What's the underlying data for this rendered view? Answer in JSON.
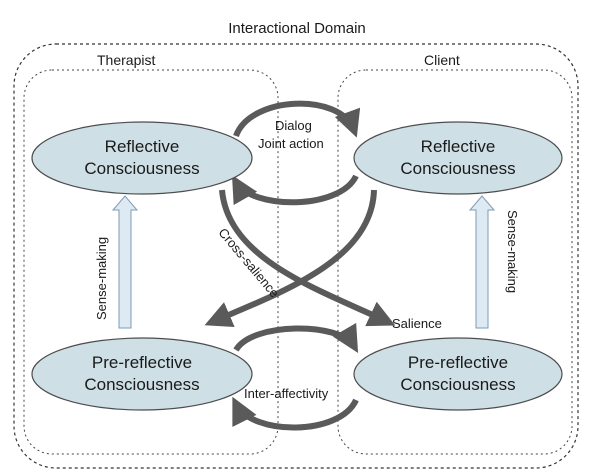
{
  "diagram": {
    "domain_label": "Interactional Domain",
    "panels": {
      "therapist": "Therapist",
      "client": "Client"
    },
    "nodes": {
      "therapist_reflective": {
        "line1": "Reflective",
        "line2": "Consciousness"
      },
      "client_reflective": {
        "line1": "Reflective",
        "line2": "Consciousness"
      },
      "therapist_prereflective": {
        "line1": "Pre-reflective",
        "line2": "Consciousness"
      },
      "client_prereflective": {
        "line1": "Pre-reflective",
        "line2": "Consciousness"
      }
    },
    "edges": {
      "dialog": "Dialog",
      "joint_action": "Joint action",
      "cross_salience": "Cross-salience",
      "salience": "Salience",
      "inter_affectivity": "Inter-affectivity",
      "sense_making_left": "Sense-making",
      "sense_making_right": "Sense-making"
    },
    "colors": {
      "node_fill": "#cfdfe6",
      "node_stroke": "#4d4d4d",
      "arrow_fill": "#5a5a5a",
      "sense_arrow_fill": "#dde9f3",
      "sense_arrow_stroke": "#7f9bb3",
      "border": "#333333"
    }
  }
}
